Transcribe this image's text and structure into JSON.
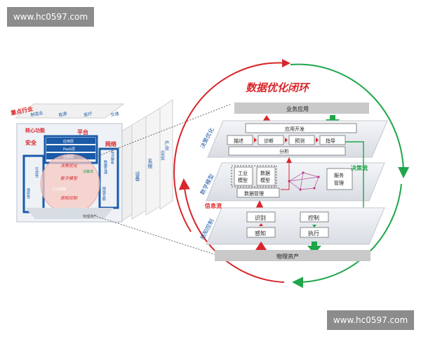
{
  "watermark_top": "www.hc0597.com",
  "watermark_bottom": "www.hc0597.com",
  "colors": {
    "red": "#d9262b",
    "green": "#1fa64a",
    "blue": "#1a5aa8",
    "gray": "#b8b8b8"
  },
  "left_cube": {
    "top_labels": [
      "制造业",
      "能源",
      "医疗",
      "交通"
    ],
    "side_labels": [
      "设备",
      "系统",
      "企业",
      "产业"
    ],
    "labels": {
      "key_industry": "重点行业",
      "core_function": "核心功能",
      "platform": "平台",
      "security": "安全",
      "network": "网络",
      "app_layer": "应用层",
      "paas": "PaaS层",
      "edge": "边缘层",
      "sec_sys": "保密性",
      "avail": "可用性",
      "reli": "可靠性",
      "data_interop": "数据互通",
      "id_resolve": "标识解析",
      "net_interconnect": "网络互联",
      "decision_opt": "决策优化",
      "digital_model": "数字模型",
      "sense_ctrl": "感知控制",
      "info_flow": "信息流",
      "physical": "物理资产",
      "decision_flow": "决策流",
      "industry_app": "行业应用",
      "industry_model": "工业模型"
    }
  },
  "main": {
    "title": "数据优化闭环",
    "business_app": "业务应用",
    "physical_assets": "物理资产",
    "top_layer_label": "决策优化",
    "mid_layer_label": "数字模型",
    "bottom_layer_label": "感知控制",
    "app_dev": "应用开发",
    "describe": "描述",
    "diagnose": "诊断",
    "predict": "预测",
    "guide": "指导",
    "analysis": "分析",
    "industrial_model": "工业\n模型",
    "data_model": "数据\n模型",
    "data_mgmt": "数据管理",
    "service_mgmt": "服务\n管理",
    "decision_flow": "决策流",
    "info_flow": "信息流",
    "identify": "识别",
    "sense": "感知",
    "control": "控制",
    "execute": "执行"
  }
}
